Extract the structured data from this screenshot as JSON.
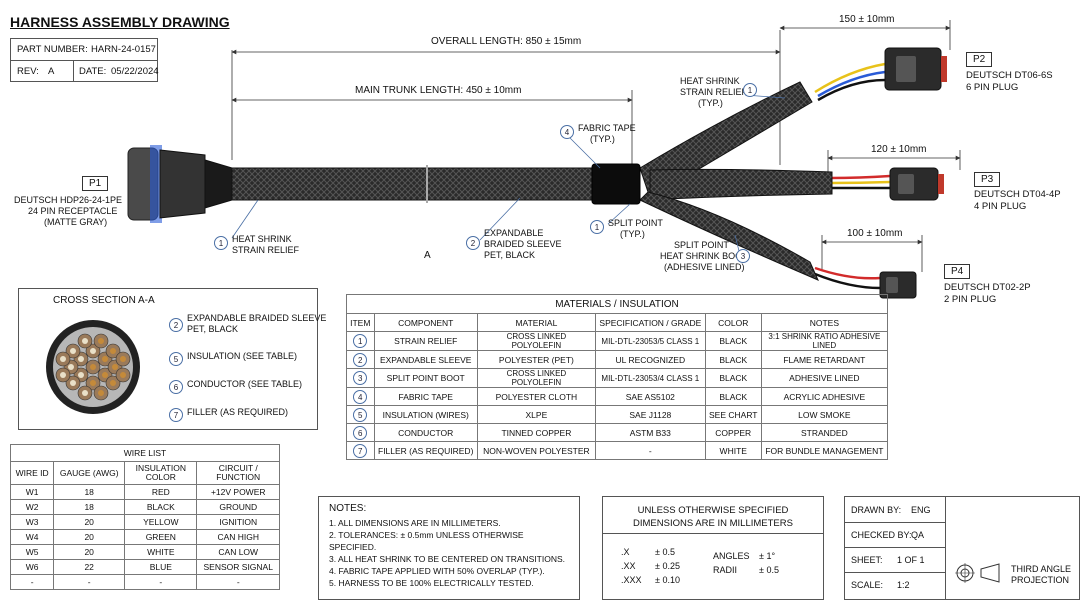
{
  "title": "HARNESS ASSEMBLY DRAWING",
  "header": {
    "part_number_label": "PART NUMBER:",
    "part_number": "HARN-24-0157",
    "rev_label": "REV:",
    "rev": "A",
    "date_label": "DATE:",
    "date": "05/22/2024"
  },
  "dimensions": {
    "overall": "OVERALL LENGTH: 850 ± 15mm",
    "main_trunk": "MAIN TRUNK LENGTH: 450 ± 10mm",
    "p2_branch": "150 ± 10mm",
    "p3_branch": "120 ± 10mm",
    "p4_branch": "100 ± 10mm"
  },
  "connectors": {
    "p1": {
      "label": "P1",
      "line1": "DEUTSCH HDP26-24-1PE",
      "line2": "24 PIN RECEPTACLE",
      "line3": "(MATTE GRAY)"
    },
    "p2": {
      "label": "P2",
      "line1": "DEUTSCH DT06-6S",
      "line2": "6 PIN PLUG"
    },
    "p3": {
      "label": "P3",
      "line1": "DEUTSCH DT04-4P",
      "line2": "4 PIN PLUG"
    },
    "p4": {
      "label": "P4",
      "line1": "DEUTSCH DT02-2P",
      "line2": "2 PIN PLUG"
    }
  },
  "callouts": {
    "heat_shrink_left": {
      "num": "1",
      "line1": "HEAT SHRINK",
      "line2": "STRAIN RELIEF"
    },
    "sleeve": {
      "num": "2",
      "line1": "EXPANDABLE",
      "line2": "BRAIDED SLEEVE",
      "line3": "PET, BLACK"
    },
    "fabric_tape": {
      "num": "4",
      "line1": "FABRIC TAPE",
      "line2": "(TYP.)"
    },
    "heat_shrink_right": {
      "num": "1",
      "line1": "HEAT SHRINK",
      "line2": "STRAIN RELIEF",
      "line3": "(TYP.)"
    },
    "split_point": {
      "num": "1",
      "line1": "SPLIT POINT",
      "line2": "(TYP.)"
    },
    "split_boot": {
      "num": "3",
      "line1": "SPLIT POINT",
      "line2": "HEAT SHRINK BOOT",
      "line3": "(ADHESIVE LINED)"
    },
    "section_marker": "A"
  },
  "cross_section": {
    "title": "CROSS SECTION A-A",
    "items": [
      {
        "num": "2",
        "line1": "EXPANDABLE BRAIDED SLEEVE",
        "line2": "PET, BLACK"
      },
      {
        "num": "5",
        "line1": "INSULATION (SEE TABLE)",
        "line2": ""
      },
      {
        "num": "6",
        "line1": "CONDUCTOR (SEE TABLE)",
        "line2": ""
      },
      {
        "num": "7",
        "line1": "FILLER (AS REQUIRED)",
        "line2": ""
      }
    ]
  },
  "materials": {
    "title": "MATERIALS / INSULATION",
    "headers": [
      "ITEM",
      "COMPONENT",
      "MATERIAL",
      "SPECIFICATION / GRADE",
      "COLOR",
      "NOTES"
    ],
    "rows": [
      [
        "1",
        "STRAIN RELIEF",
        "CROSS LINKED POLYOLEFIN",
        "MIL-DTL-23053/5 CLASS 1",
        "BLACK",
        "3:1 SHRINK RATIO ADHESIVE LINED"
      ],
      [
        "2",
        "EXPANDABLE SLEEVE",
        "POLYESTER (PET)",
        "UL RECOGNIZED",
        "BLACK",
        "FLAME RETARDANT"
      ],
      [
        "3",
        "SPLIT POINT BOOT",
        "CROSS LINKED POLYOLEFIN",
        "MIL-DTL-23053/4 CLASS 1",
        "BLACK",
        "ADHESIVE LINED"
      ],
      [
        "4",
        "FABRIC TAPE",
        "POLYESTER CLOTH",
        "SAE AS5102",
        "BLACK",
        "ACRYLIC ADHESIVE"
      ],
      [
        "5",
        "INSULATION (WIRES)",
        "XLPE",
        "SAE J1128",
        "SEE CHART",
        "LOW SMOKE"
      ],
      [
        "6",
        "CONDUCTOR",
        "TINNED COPPER",
        "ASTM B33",
        "COPPER",
        "STRANDED"
      ],
      [
        "7",
        "FILLER (AS REQUIRED)",
        "NON-WOVEN POLYESTER",
        "-",
        "WHITE",
        "FOR BUNDLE MANAGEMENT"
      ]
    ]
  },
  "wire_list": {
    "title": "WIRE LIST",
    "headers": [
      "WIRE ID",
      "GAUGE (AWG)",
      "INSULATION COLOR",
      "CIRCUIT / FUNCTION"
    ],
    "rows": [
      [
        "W1",
        "18",
        "RED",
        "+12V POWER"
      ],
      [
        "W2",
        "18",
        "BLACK",
        "GROUND"
      ],
      [
        "W3",
        "20",
        "YELLOW",
        "IGNITION"
      ],
      [
        "W4",
        "20",
        "GREEN",
        "CAN HIGH"
      ],
      [
        "W5",
        "20",
        "WHITE",
        "CAN LOW"
      ],
      [
        "W6",
        "22",
        "BLUE",
        "SENSOR SIGNAL"
      ],
      [
        "-",
        "-",
        "-",
        "-"
      ]
    ]
  },
  "notes": {
    "title": "NOTES:",
    "items": [
      "1. ALL DIMENSIONS ARE IN MILLIMETERS.",
      "2. TOLERANCES: ± 0.5mm UNLESS OTHERWISE SPECIFIED.",
      "3. ALL HEAT SHRINK TO BE CENTERED ON TRANSITIONS.",
      "4. FABRIC TAPE APPLIED WITH 50% OVERLAP (TYP.).",
      "5. HARNESS TO BE 100% ELECTRICALLY TESTED."
    ]
  },
  "tolerances": {
    "line1": "UNLESS OTHERWISE SPECIFIED",
    "line2": "DIMENSIONS ARE IN MILLIMETERS",
    "x": ".X",
    "x_val": "± 0.5",
    "xx": ".XX",
    "xx_val": "± 0.25",
    "xxx": ".XXX",
    "xxx_val": "± 0.10",
    "angles": "ANGLES",
    "angles_val": "± 1°",
    "radii": "RADII",
    "radii_val": "± 0.5"
  },
  "title_block": {
    "drawn_by_label": "DRAWN BY:",
    "drawn_by": "ENG",
    "checked_by_label": "CHECKED BY:",
    "checked_by": "QA",
    "sheet_label": "SHEET:",
    "sheet": "1 OF 1",
    "scale_label": "SCALE:",
    "scale": "1:2",
    "projection_line1": "THIRD ANGLE",
    "projection_line2": "PROJECTION"
  },
  "colors": {
    "red": "#d22b2b",
    "yellow": "#e8c21a",
    "blue": "#2a5bd7",
    "black": "#111111",
    "white": "#f4f4f4",
    "green": "#2e9c3f",
    "bubble": "#4a6fa5"
  }
}
